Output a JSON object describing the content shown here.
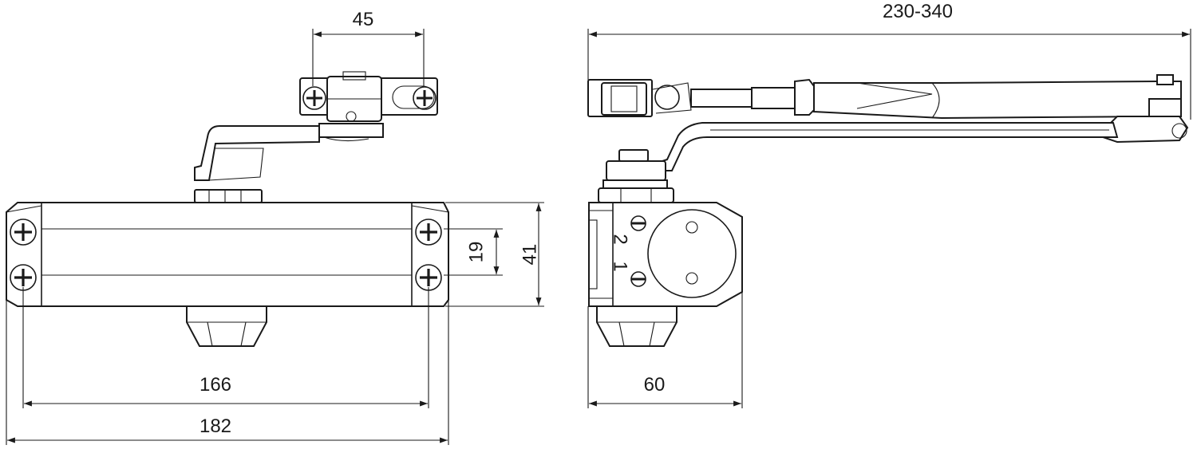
{
  "dimensions": {
    "bracket_hole_spacing": "45",
    "arm_length_range": "230-340",
    "body_height": "41",
    "fixing_hole_spacing_vertical": "19",
    "fixing_hole_spacing_horizontal": "166",
    "body_length": "182",
    "body_depth": "60"
  },
  "adjustment_valves": {
    "valve_2": "2",
    "valve_1": "1"
  },
  "colors": {
    "line": "#1a1a1a",
    "background": "#ffffff"
  }
}
